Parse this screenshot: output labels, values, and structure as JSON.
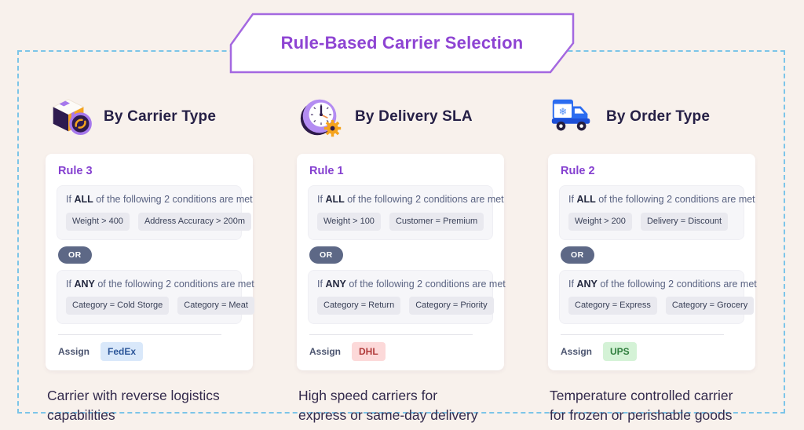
{
  "banner": {
    "title": "Rule-Based Carrier Selection"
  },
  "theme": {
    "accent_purple": "#8e44d3",
    "banner_border_purple": "#a468e0",
    "dashed_border_blue": "#7cc5e8",
    "or_pill_bg": "#5d6886"
  },
  "columns": [
    {
      "icon": "package-reverse-icon",
      "header": "By Carrier Type",
      "rule_name": "Rule 3",
      "condition_groups": [
        {
          "prefix": "If",
          "keyword": "ALL",
          "rest": "of the following 2 conditions are met",
          "chips": [
            "Weight > 400",
            "Address Accuracy > 200m"
          ]
        },
        {
          "prefix": "If",
          "keyword": "ANY",
          "rest": "of the following 2 conditions are met",
          "chips": [
            "Category = Cold Storge",
            "Category = Meat"
          ]
        }
      ],
      "or_label": "OR",
      "assign_label": "Assign",
      "carrier": {
        "name": "FedEx",
        "bg": "#d9e8fa",
        "color": "#2c5699"
      },
      "caption": "Carrier with reverse logistics\ncapabilities"
    },
    {
      "icon": "clock-sla-icon",
      "header": "By Delivery SLA",
      "rule_name": "Rule 1",
      "condition_groups": [
        {
          "prefix": "If",
          "keyword": "ALL",
          "rest": "of the following 2 conditions are met",
          "chips": [
            "Weight > 100",
            "Customer = Premium"
          ]
        },
        {
          "prefix": "If",
          "keyword": "ANY",
          "rest": "of the following 2 conditions are met",
          "chips": [
            "Category = Return",
            "Category = Priority"
          ]
        }
      ],
      "or_label": "OR",
      "assign_label": "Assign",
      "carrier": {
        "name": "DHL",
        "bg": "#fcd9d9",
        "color": "#b03a3a"
      },
      "caption": "High speed carriers for\nexpress or same-day delivery"
    },
    {
      "icon": "refrigerated-truck-icon",
      "header": "By Order Type",
      "rule_name": "Rule 2",
      "condition_groups": [
        {
          "prefix": "If",
          "keyword": "ALL",
          "rest": "of the following 2 conditions are met",
          "chips": [
            "Weight > 200",
            "Delivery = Discount"
          ]
        },
        {
          "prefix": "If",
          "keyword": "ANY",
          "rest": "of the following 2 conditions are met",
          "chips": [
            "Category = Express",
            "Category = Grocery"
          ]
        }
      ],
      "or_label": "OR",
      "assign_label": "Assign",
      "carrier": {
        "name": "UPS",
        "bg": "#d4f2d6",
        "color": "#2f7d3d"
      },
      "caption": "Temperature controlled carrier\nfor frozen or perishable goods"
    }
  ]
}
